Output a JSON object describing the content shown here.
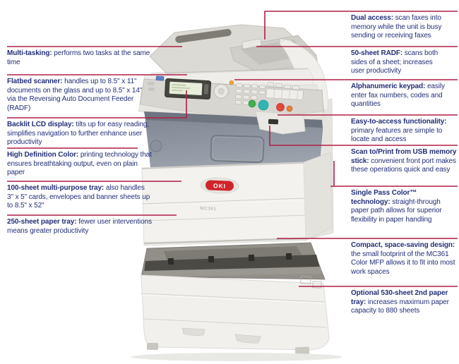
{
  "printer": {
    "brand": "OKI",
    "model": "MC361"
  },
  "colors": {
    "callout_line": "#b01e45",
    "callout_text": "#232e78",
    "logo_red": "#d0242b"
  },
  "callouts": {
    "left": [
      {
        "title": "Multi-tasking:",
        "body": "performs two tasks at the same time"
      },
      {
        "title": "Flatbed scanner:",
        "body": "handles up to 8.5\" x 11\" documents on the glass and up to 8.5\" x 14\" via the Reversing Auto Document Feeder (RADF)"
      },
      {
        "title": "Backlit LCD display:",
        "body": "tilts up for easy reading; simplifies navigation to further enhance user productivity"
      },
      {
        "title": "High Definition Color:",
        "body": "printing technology that ensures breathtaking output, even on plain paper"
      },
      {
        "title": "100-sheet multi-purpose tray:",
        "body": "also handles 3\" x 5\" cards, envelopes and banner sheets up to 8.5\" x 52\""
      },
      {
        "title": "250-sheet paper tray:",
        "body": "fewer user interventions means greater productivity"
      }
    ],
    "right": [
      {
        "title": "Dual access:",
        "body": "scan faxes into memory while the unit is busy sending or receiving faxes"
      },
      {
        "title": "50-sheet RADF:",
        "body": "scans both sides of a sheet; increases user productivity"
      },
      {
        "title": "Alphanumeric keypad:",
        "body": "easily enter fax numbers, codes and quantities"
      },
      {
        "title": "Easy-to-access functionality:",
        "body": "primary features are simple to locate and access"
      },
      {
        "title": "Scan to/Print from USB memory stick:",
        "body": "convenient front port makes these operations quick and easy"
      },
      {
        "title": "Single Pass Color™ technology:",
        "body": "straight-through paper path allows for superior flexibility in paper handling"
      },
      {
        "title": "Compact, space-saving design:",
        "body": "the small footprint of the MC361 Color MFP allows it to fit into most work spaces"
      },
      {
        "title": "Optional 530-sheet 2nd paper tray:",
        "body": "increases maximum paper capacity to 880 sheets"
      }
    ]
  }
}
